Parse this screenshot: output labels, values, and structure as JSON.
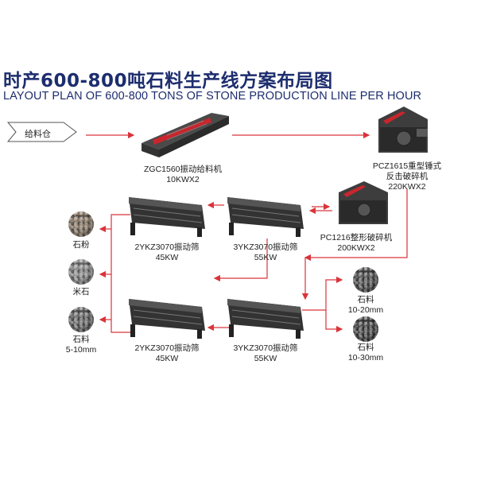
{
  "title": {
    "zh": "时产600-800吨石料生产线方案布局图",
    "en": "LAYOUT PLAN OF 600-800 TONS OF STONE PRODUCTION LINE PER HOUR"
  },
  "colors": {
    "title": "#1d2d6e",
    "arrow": "#d9343b",
    "machine": "#3a3a3a",
    "accent": "#c8262d"
  },
  "bin": {
    "label": "给料仓"
  },
  "feeder": {
    "model": "ZGC1560振动给料机",
    "power": "10KWX2",
    "icon": "vibrating-feeder"
  },
  "crusher_impact": {
    "model": "PCZ1615重型锤式",
    "model2": "反击破碎机",
    "power": "220KWX2",
    "icon": "impact-crusher"
  },
  "crusher_shaping": {
    "model": "PC1216整形破碎机",
    "power": "200KWX2",
    "icon": "shaping-crusher"
  },
  "screens": [
    {
      "model": "2YKZ3070振动筛",
      "power": "45KW",
      "icon": "vibrating-screen"
    },
    {
      "model": "3YKZ3070振动筛",
      "power": "55KW",
      "icon": "vibrating-screen"
    },
    {
      "model": "2YKZ3070振动筛",
      "power": "45KW",
      "icon": "vibrating-screen"
    },
    {
      "model": "3YKZ3070振动筛",
      "power": "55KW",
      "icon": "vibrating-screen"
    }
  ],
  "products_left": [
    {
      "name": "石粉",
      "size": "",
      "color": "#8a7a68"
    },
    {
      "name": "米石",
      "size": "",
      "color": "#8e8e8e"
    },
    {
      "name": "石料",
      "size": "5-10mm",
      "color": "#6d6d6d"
    }
  ],
  "products_right": [
    {
      "name": "石料",
      "size": "10-20mm",
      "color": "#555555"
    },
    {
      "name": "石料",
      "size": "10-30mm",
      "color": "#4a4a4a"
    }
  ]
}
